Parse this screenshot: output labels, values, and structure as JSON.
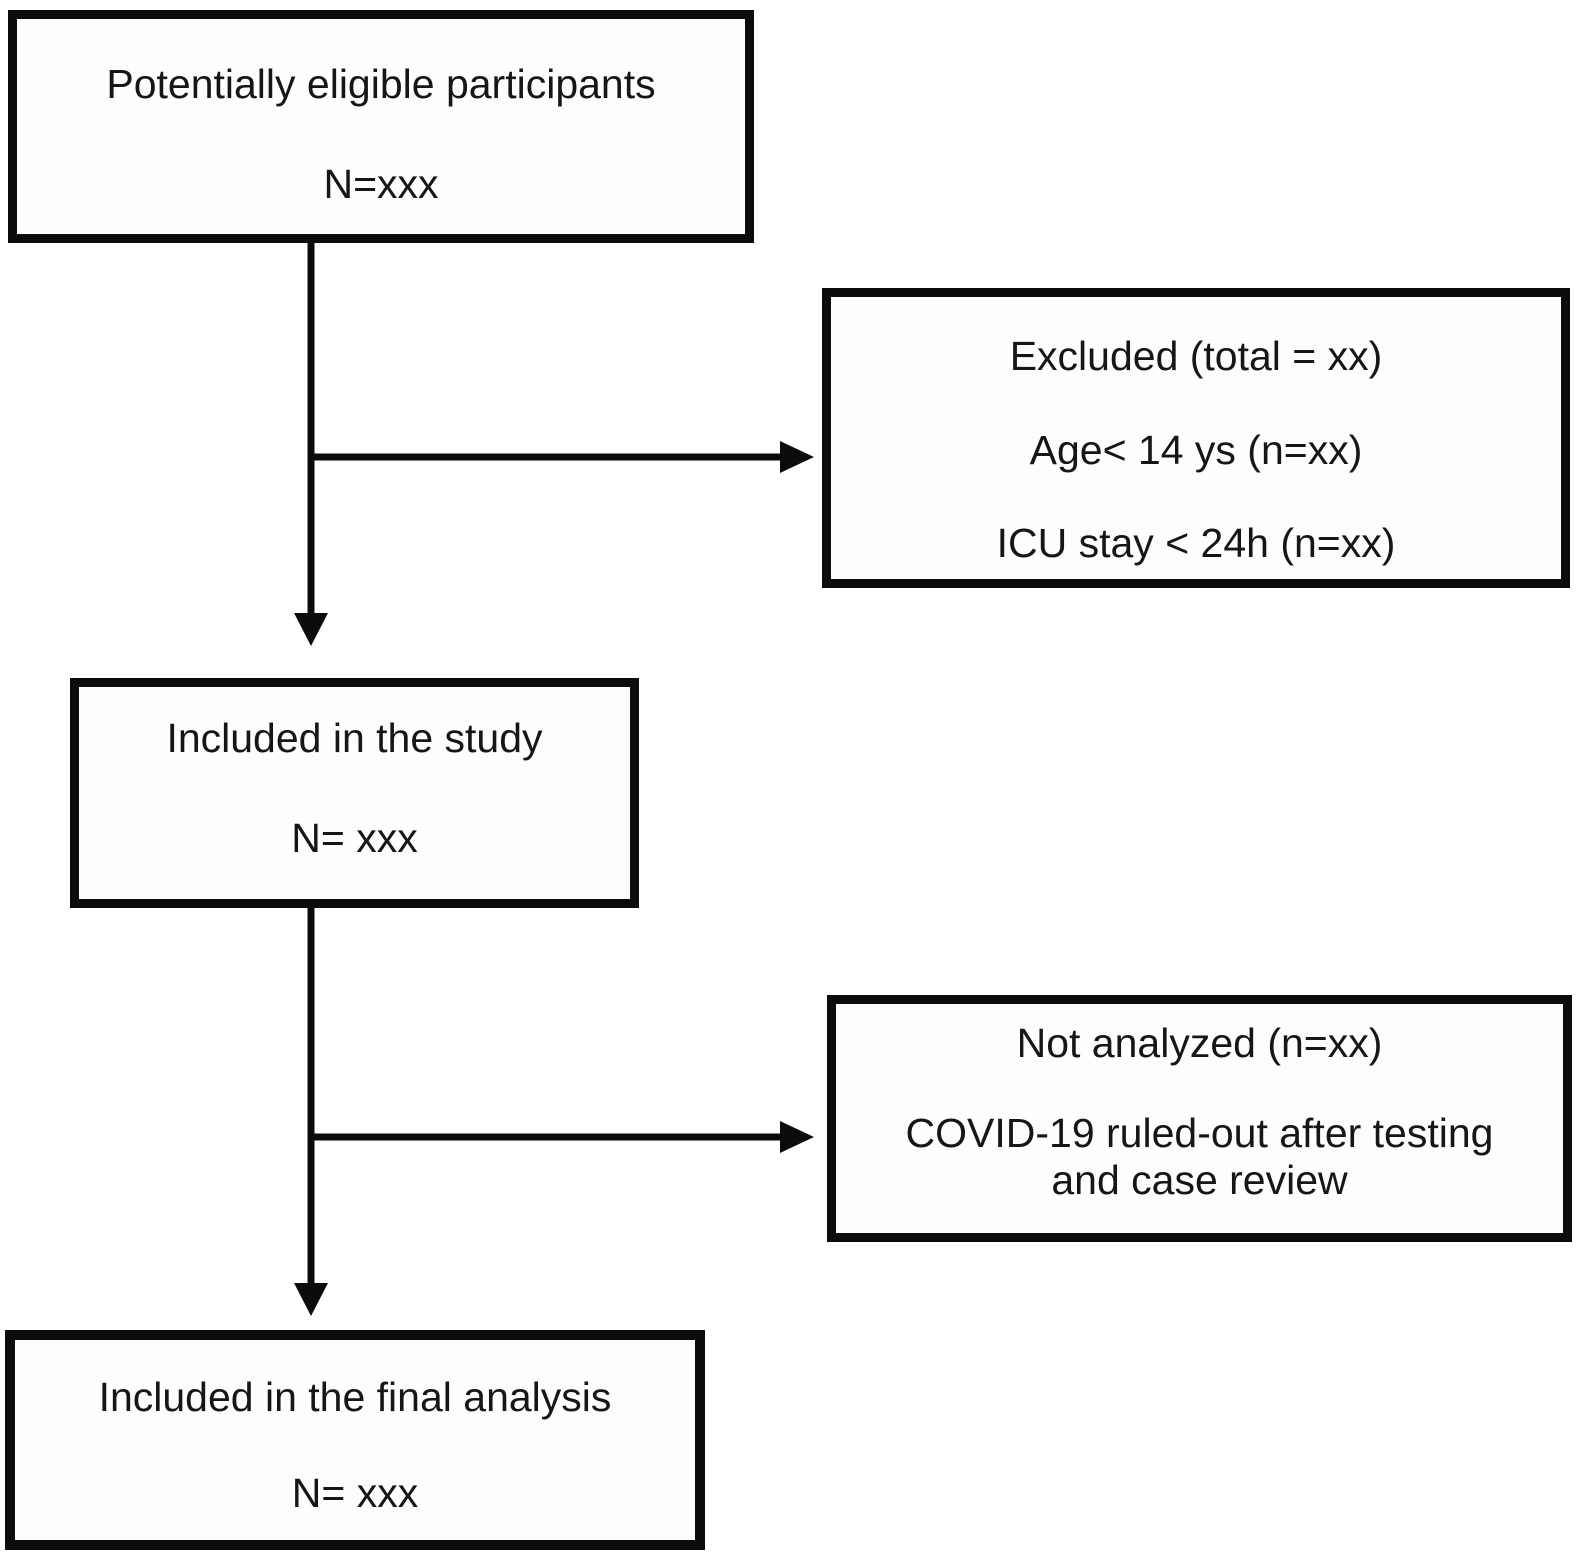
{
  "figure": {
    "type": "flowchart",
    "colors": {
      "background": "#ffffff",
      "box_border": "#0c0c0c",
      "box_fill": "#fdfdfd",
      "arrow": "#0c0c0c",
      "text": "#161616"
    }
  },
  "boxes": {
    "eligible": {
      "lines": [
        "Potentially eligible participants",
        "N=xxx"
      ]
    },
    "excluded": {
      "lines": [
        "Excluded (total = xx)",
        "Age< 14 ys (n=xx)",
        "ICU stay < 24h (n=xx)"
      ]
    },
    "included_study": {
      "lines": [
        "Included in the study",
        "N= xxx"
      ]
    },
    "not_analyzed": {
      "lines": [
        "Not analyzed (n=xx)",
        "COVID-19 ruled-out after testing and case review"
      ]
    },
    "final_analysis": {
      "lines": [
        "Included in the final analysis",
        "N= xxx"
      ]
    }
  },
  "connectors": [
    {
      "from": "eligible",
      "to": "included_study",
      "direction": "down"
    },
    {
      "from": "eligible",
      "to": "excluded",
      "direction": "right"
    },
    {
      "from": "included_study",
      "to": "final_analysis",
      "direction": "down"
    },
    {
      "from": "included_study",
      "to": "not_analyzed",
      "direction": "right"
    }
  ]
}
